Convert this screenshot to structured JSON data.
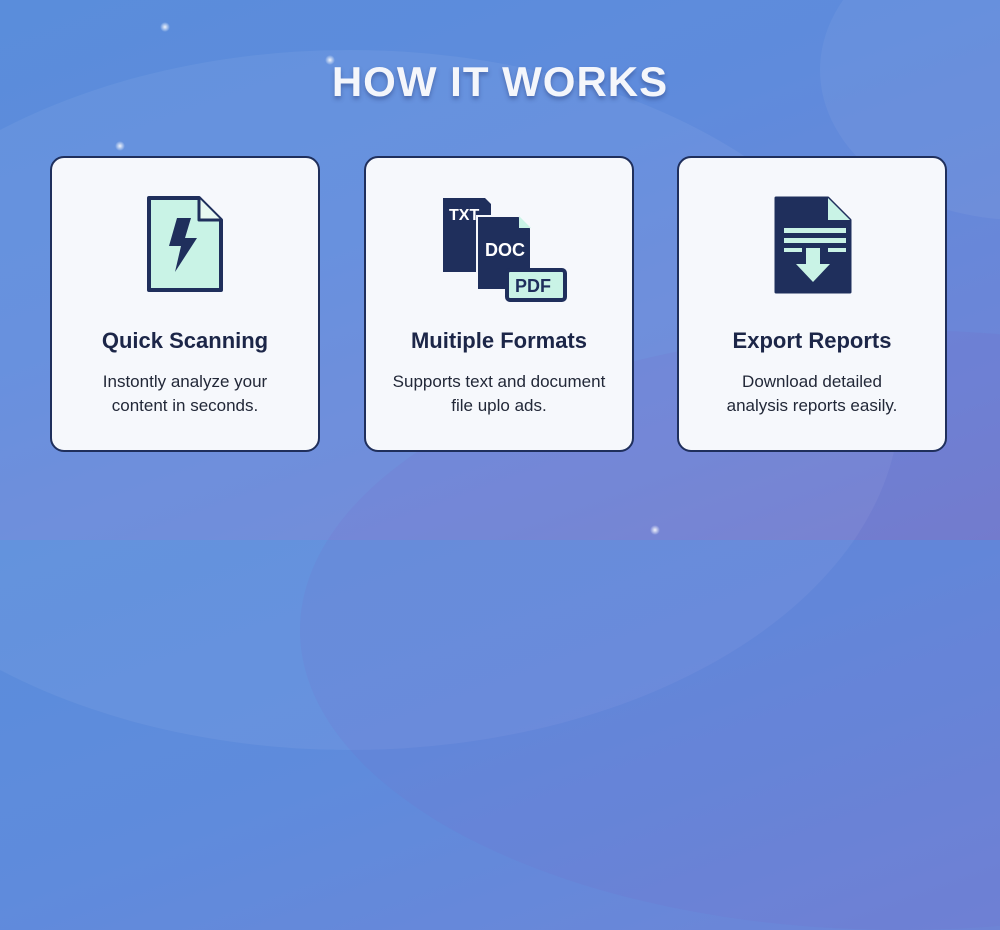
{
  "heading": "HOW IT WORKS",
  "colors": {
    "navy": "#1f2f5c",
    "mint": "#c9f3e6",
    "card_bg": "#f6f8fc",
    "bg": "#5f8bdc"
  },
  "cards": [
    {
      "icon": "document-lightning-icon",
      "title": "Quick Scanning",
      "desc_line1": "Instontly analyze your",
      "desc_line2": "content in seconds."
    },
    {
      "icon": "multiple-formats-icon",
      "title": "Muitiple Formats",
      "desc_line1": "Supports text and document",
      "desc_line2": "file uplo ads.",
      "badges": [
        "TXT",
        "DOC",
        "PDF"
      ]
    },
    {
      "icon": "document-download-icon",
      "title": "Export Reports",
      "desc_line1": "Download detailed",
      "desc_line2": "analysis reports easily."
    }
  ]
}
